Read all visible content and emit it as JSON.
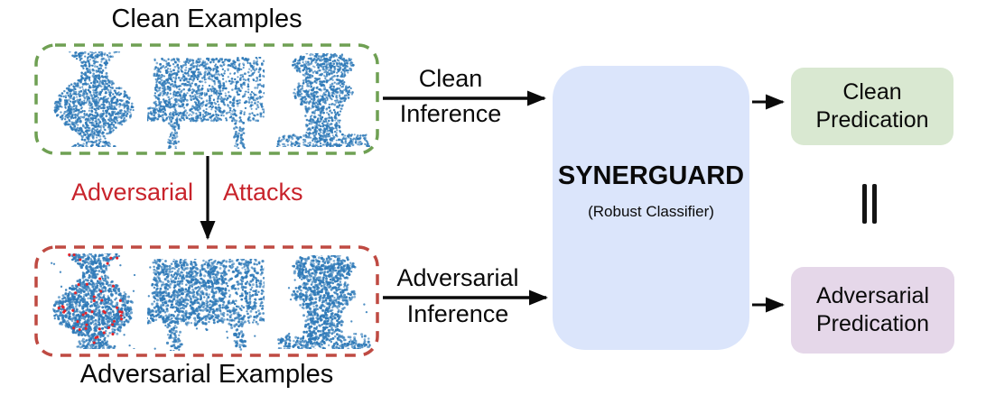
{
  "colors": {
    "point_blue": "#2f7ab8",
    "attack_point_red": "#e3242b",
    "attack_text_red": "#c8232b",
    "clean_border_green": "#6fa053",
    "adversarial_border_red": "#bf4a42",
    "classifier_fill_blue": "#dbe5fb",
    "clean_prediction_fill_green": "#d9e8d1",
    "adversarial_prediction_fill_purple": "#e5d7e9",
    "arrow_black": "#0a0a0a"
  },
  "clean_examples": {
    "title": "Clean Examples",
    "objects": [
      "vase",
      "table",
      "urn"
    ]
  },
  "attack": {
    "label_left": "Adversarial",
    "label_right": "Attacks"
  },
  "adversarial_examples": {
    "title": "Adversarial Examples",
    "objects": [
      "vase",
      "table",
      "urn"
    ]
  },
  "clean_inference": {
    "line1": "Clean",
    "line2": "Inference"
  },
  "adversarial_inference": {
    "line1": "Adversarial",
    "line2": "Inference"
  },
  "classifier": {
    "name": "SYNERGUARD",
    "subtitle": "(Robust Classifier)"
  },
  "predictions": {
    "clean": {
      "line1": "Clean",
      "line2": "Predication"
    },
    "adversarial": {
      "line1": "Adversarial",
      "line2": "Predication"
    },
    "equivalence_icon": "double-vertical-bar"
  }
}
